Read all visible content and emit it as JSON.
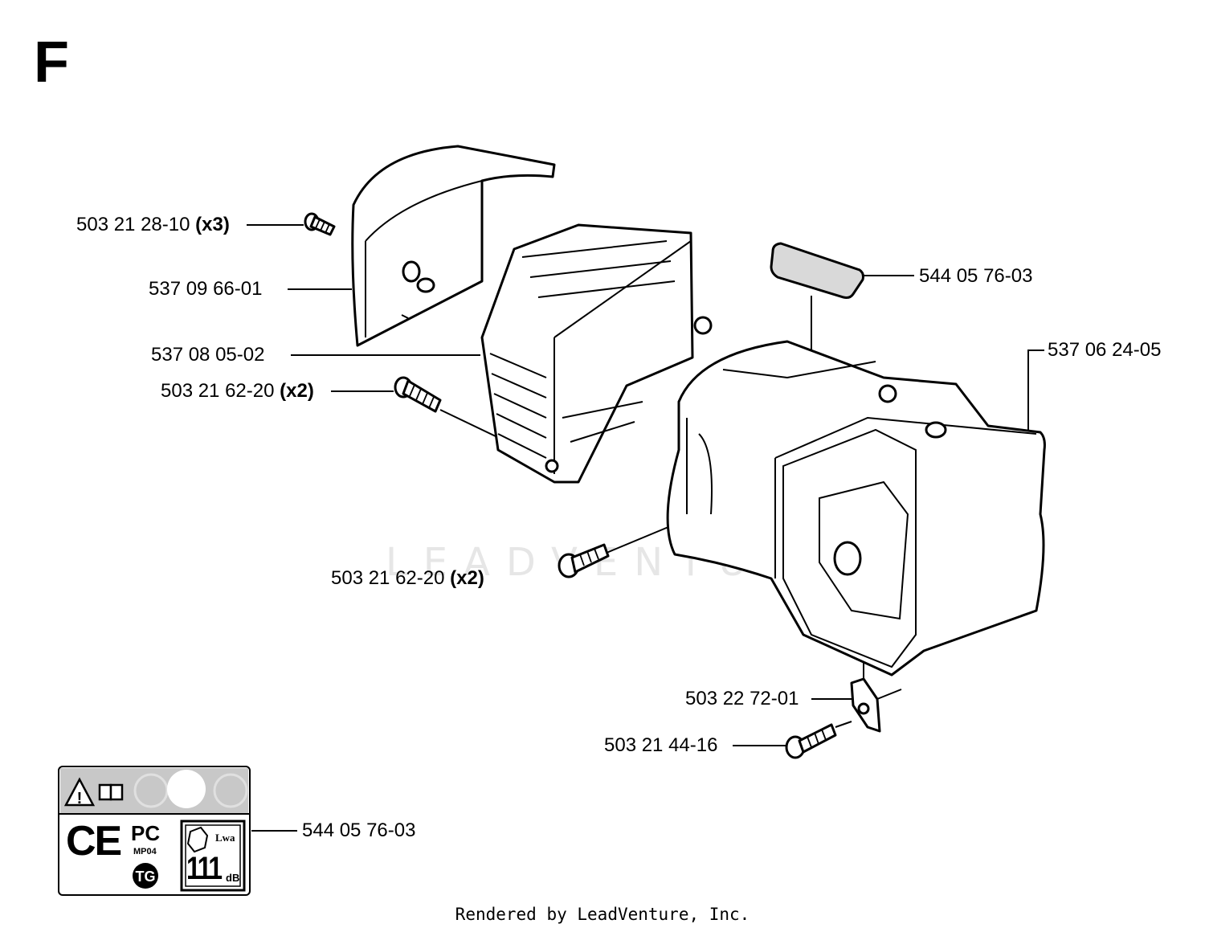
{
  "section_letter": "F",
  "footer": "Rendered by LeadVenture, Inc.",
  "watermark": "LEADVENTURE",
  "labels": [
    {
      "id": "screw-top",
      "part": "503 21 28-10",
      "qty": "(x3)"
    },
    {
      "id": "cover-cap",
      "part": "537 09 66-01",
      "qty": ""
    },
    {
      "id": "cylinder-shroud",
      "part": "537 08 05-02",
      "qty": ""
    },
    {
      "id": "screw-shroud",
      "part": "503 21 62-20",
      "qty": "(x2)"
    },
    {
      "id": "decal",
      "part": "544 05 76-03",
      "qty": ""
    },
    {
      "id": "engine-cover",
      "part": "537 06 24-05",
      "qty": ""
    },
    {
      "id": "screw-cover",
      "part": "503 21 62-20",
      "qty": "(x2)"
    },
    {
      "id": "nut-clip",
      "part": "503 22 72-01",
      "qty": ""
    },
    {
      "id": "screw-bottom",
      "part": "503 21 44-16",
      "qty": ""
    },
    {
      "id": "label-decal",
      "part": "544 05 76-03",
      "qty": ""
    }
  ],
  "decal": {
    "ce_mark": "CE",
    "pct_mark": "PC",
    "pct_code": "MP04",
    "lwa_label": "Lwa",
    "noise_value": "111",
    "noise_unit": "dB",
    "colors": {
      "band": "#c8c8c8",
      "line": "#000000"
    }
  }
}
